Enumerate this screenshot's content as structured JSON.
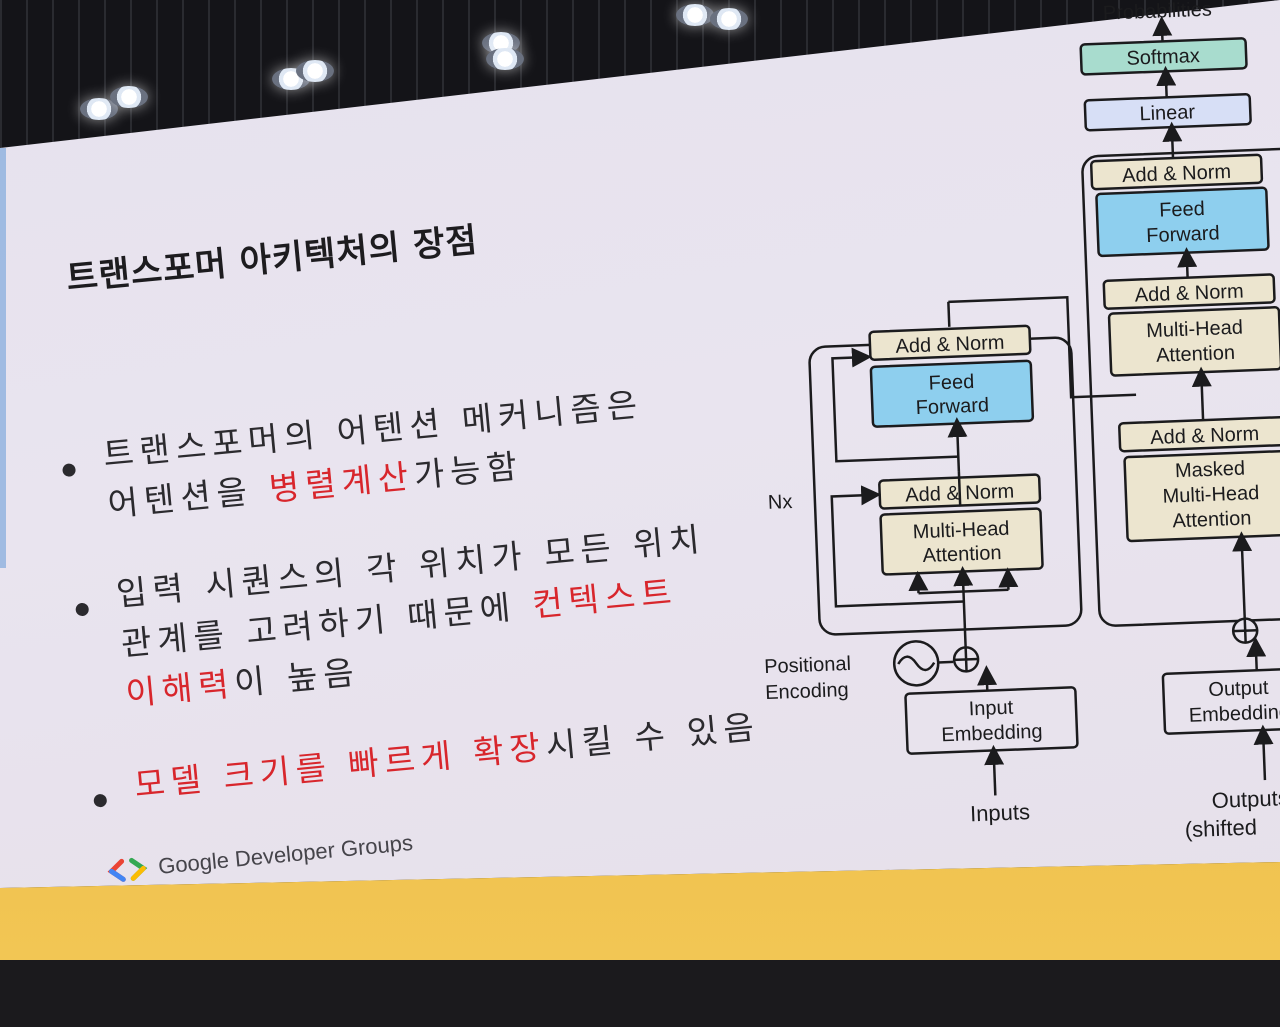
{
  "slide": {
    "title": "트랜스포머 아키텍처의 장점",
    "bullets": [
      {
        "line1": "트랜스포머의 어텐션 메커니즘은",
        "line2_before": "어텐션을 ",
        "line2_highlight": "병렬계산",
        "line2_after": "가능함"
      },
      {
        "line1": "입력 시퀀스의 각 위치가 모든 위치",
        "line2_before": "관계를 고려하기 때문에 ",
        "line2_highlight": "컨텍스트",
        "line3_highlight": "이해력",
        "line3_after": "이 높음"
      },
      {
        "highlight": "모델 크기를 빠르게 확장",
        "after": "시킬 수 있음"
      }
    ],
    "footer_logo_text": "Google Developer Groups",
    "highlight_color": "#d8262c"
  },
  "diagram": {
    "encoder": {
      "repeat_label": "Nx",
      "add_norm_top": "Add & Norm",
      "feed_forward": [
        "Feed",
        "Forward"
      ],
      "add_norm_bottom": "Add & Norm",
      "multi_head": [
        "Multi-Head",
        "Attention"
      ],
      "positional_encoding": [
        "Positional",
        "Encoding"
      ],
      "input_embedding": [
        "Input",
        "Embedding"
      ],
      "inputs": "Inputs"
    },
    "decoder": {
      "probabilities": "Probabilities",
      "softmax": "Softmax",
      "linear": "Linear",
      "add_norm_1": "Add & Norm",
      "feed_forward": [
        "Feed",
        "Forward"
      ],
      "add_norm_2": "Add & Norm",
      "multi_head": [
        "Multi-Head",
        "Attention"
      ],
      "add_norm_3": "Add & Norm",
      "masked_attention": [
        "Masked",
        "Multi-Head",
        "Attention"
      ],
      "output_embedding": [
        "Output",
        "Embedding"
      ],
      "outputs": [
        "Outputs",
        "(shifted"
      ]
    },
    "colors": {
      "feed_forward": "#8ecfee",
      "attention": "#ece5cf",
      "softmax": "#a8dcce",
      "linear": "#d7dff6"
    }
  }
}
